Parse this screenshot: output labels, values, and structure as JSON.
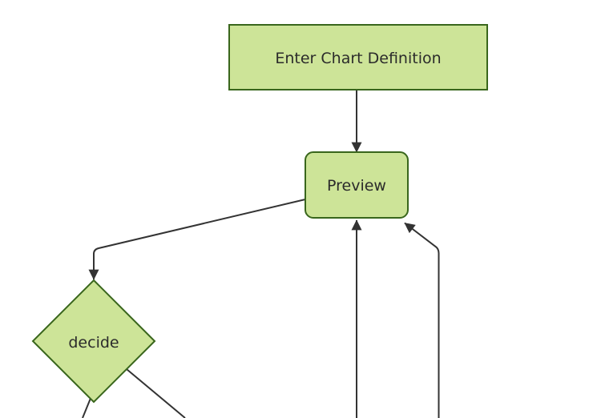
{
  "page": {
    "background": "#ffffff"
  },
  "diagram": {
    "type": "flowchart",
    "direction": "top-down",
    "colors": {
      "node_fill": "#cde498",
      "node_stroke": "#39661c",
      "edge_stroke": "#333333",
      "arrowhead_fill": "#333333",
      "label_text": "#2b2b2b"
    },
    "nodes": {
      "enter": {
        "label": "Enter Chart Definition",
        "shape": "rectangle"
      },
      "preview": {
        "label": "Preview",
        "shape": "rounded-rectangle"
      },
      "decide": {
        "label": "decide",
        "shape": "diamond"
      }
    },
    "edges": [
      {
        "from": "enter",
        "to": "preview",
        "arrow": true
      },
      {
        "from": "preview",
        "to": "decide",
        "arrow": true
      },
      {
        "from": "offscreen-bottom",
        "to": "preview",
        "arrow": true
      },
      {
        "from": "offscreen-bottom-right",
        "to": "preview",
        "arrow": true
      },
      {
        "from": "decide",
        "to": "offscreen-bottom",
        "arrow": false
      },
      {
        "from": "decide",
        "to": "offscreen-bottom-right",
        "arrow": false
      }
    ]
  }
}
